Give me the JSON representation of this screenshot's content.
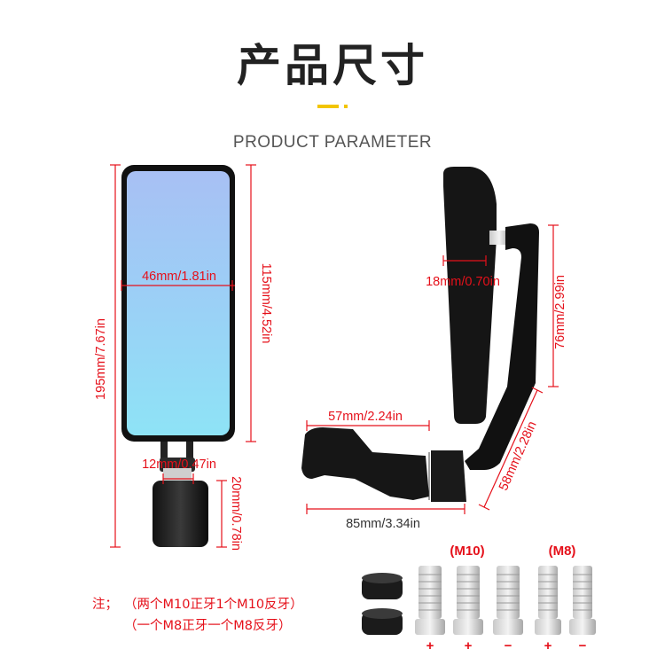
{
  "header": {
    "title": "产品尺寸",
    "subtitle": "PRODUCT PARAMETER",
    "accent_color": "#f2c500"
  },
  "dimensions": {
    "mirror_width": "46mm/1.81in",
    "mirror_height": "115mm/4.52in",
    "total_height": "195mm/7.67in",
    "neck_width": "12mm/0.47in",
    "base_height": "20mm/0.78in",
    "arm_offset": "18mm/0.70in",
    "arm_upper": "76mm/2.99in",
    "arm_reach": "57mm/2.24in",
    "arm_lower": "58mm/2.28in",
    "clamp_length": "85mm/3.34in"
  },
  "screws": {
    "group_m10": "(M10)",
    "group_m8": "(M8)",
    "signs": [
      "+",
      "+",
      "−",
      "+",
      "−"
    ]
  },
  "note": {
    "prefix": "注；",
    "line1": "（两个M10正牙1个M10反牙）",
    "line2": "（一个M8正牙一个M8反牙）"
  },
  "colors": {
    "dimension_line": "#e5101a",
    "glass_top": "#a9c4f5",
    "glass_bottom": "#8ee0f5"
  }
}
